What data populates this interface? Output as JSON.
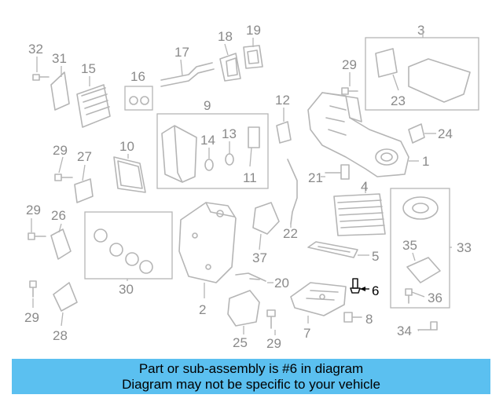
{
  "callouts": [
    "1",
    "2",
    "3",
    "4",
    "5",
    "6",
    "7",
    "8",
    "10",
    "11",
    "12",
    "13",
    "14",
    "15",
    "16",
    "17",
    "18",
    "19",
    "20",
    "21",
    "22",
    "23",
    "24",
    "25",
    "26",
    "27",
    "28",
    "29",
    "30",
    "31",
    "32",
    "33",
    "34",
    "35",
    "36",
    "37",
    "9"
  ],
  "highlighted_part": "6",
  "colors": {
    "caption_bg": "#5bc0f0",
    "highlight": "#1a1a1a",
    "lines": "#b5b5b5"
  },
  "caption": {
    "line1": "Part or sub-assembly is #6 in diagram",
    "line2": "Diagram may not be specific to your vehicle"
  }
}
